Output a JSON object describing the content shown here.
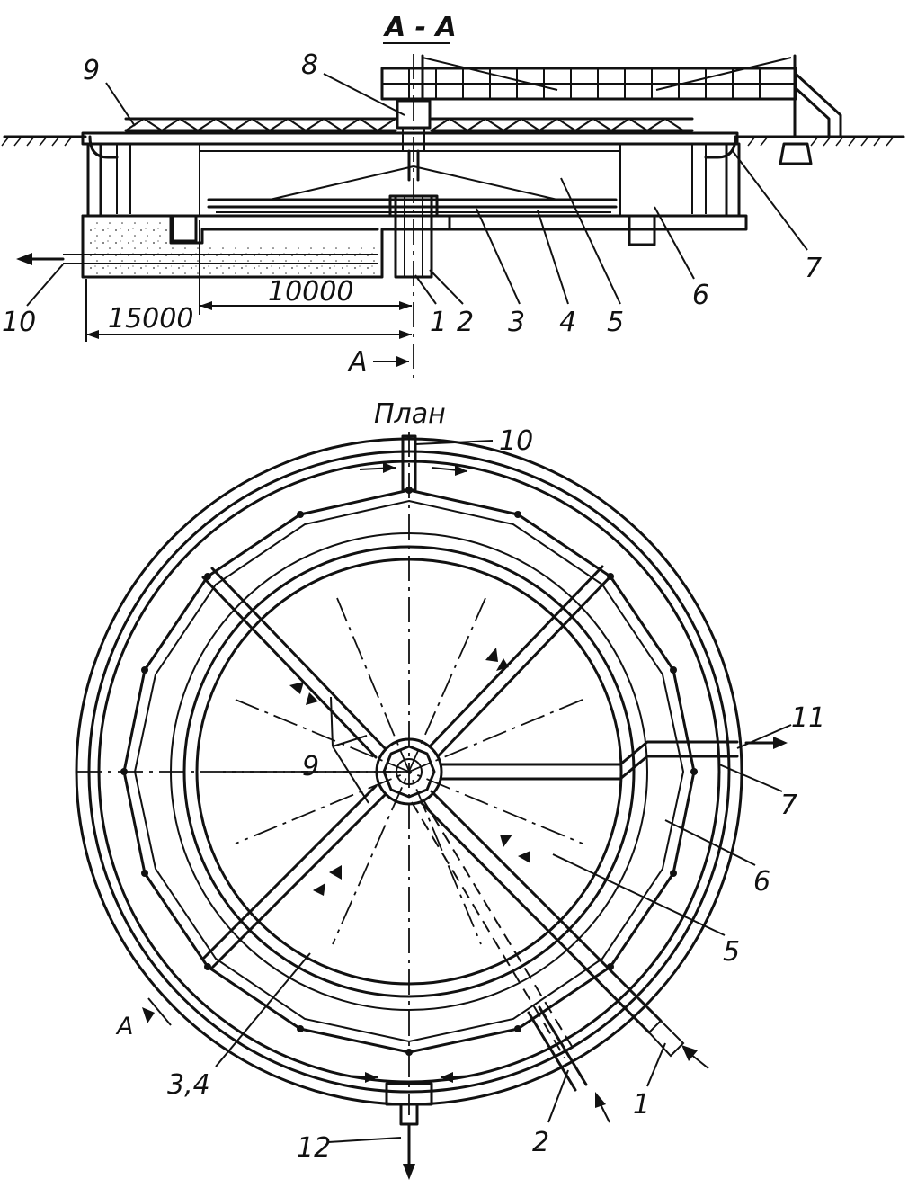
{
  "section": {
    "title": "А - А",
    "dims": {
      "d15000": "15000",
      "d10000": "10000"
    },
    "cut_marker": "А",
    "labels": [
      "1",
      "2",
      "3",
      "4",
      "5",
      "6",
      "7",
      "8",
      "9",
      "10"
    ]
  },
  "plan": {
    "title": "План",
    "labels": {
      "l10": "10",
      "l11": "11",
      "l7": "7",
      "l6": "6",
      "l5": "5",
      "l9": "9",
      "l34": "3,4",
      "l12": "12",
      "l2": "2",
      "l1": "1",
      "cut": "А"
    }
  }
}
